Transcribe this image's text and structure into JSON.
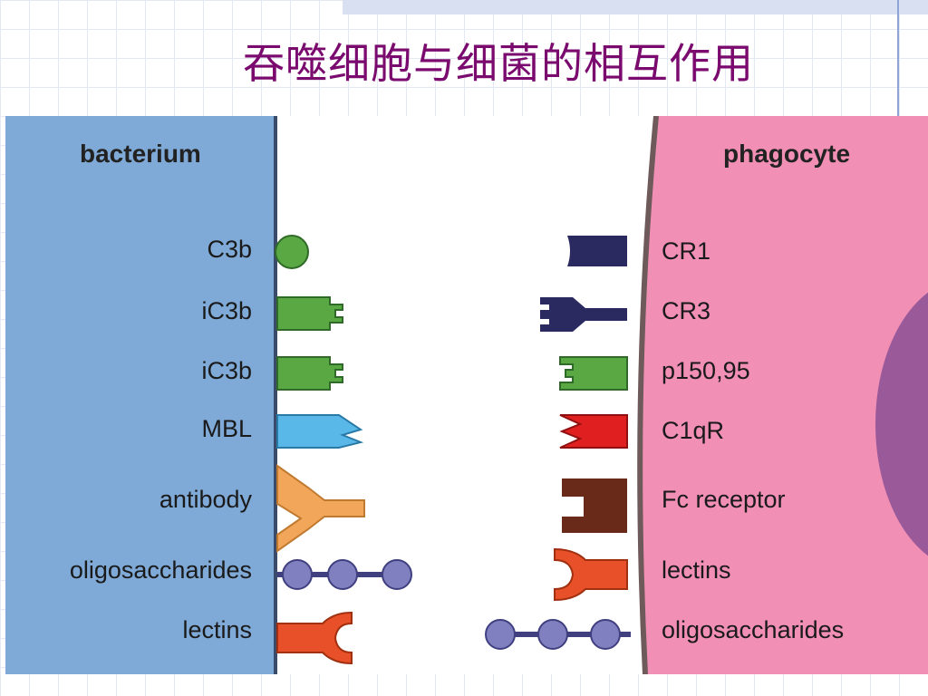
{
  "slide": {
    "title": "吞噬细胞与细菌的相互作用"
  },
  "diagram": {
    "bacterium_header": "bacterium",
    "phagocyte_header": "phagocyte",
    "bacterium_labels": [
      "C3b",
      "iC3b",
      "iC3b",
      "MBL",
      "antibody",
      "oligosaccharides",
      "lectins"
    ],
    "phagocyte_labels": [
      "CR1",
      "CR3",
      "p150,95",
      "C1qR",
      "Fc receptor",
      "lectins",
      "oligosaccharides"
    ]
  },
  "colors": {
    "bacterium_fill": "#7fa9d6",
    "phagocyte_fill": "#f18fb4",
    "nucleus_fill": "#9a5a9a",
    "title_color": "#7a0a6e",
    "c3b_green": "#5aa844",
    "mbl_blue": "#5ab8e8",
    "antibody_orange": "#f2a65a",
    "oligo_purple": "#8080c0",
    "lectin_red": "#e8502a",
    "cr1_navy": "#2a2a60",
    "c1qr_red": "#e02020",
    "fc_brown": "#6a2a1a"
  }
}
